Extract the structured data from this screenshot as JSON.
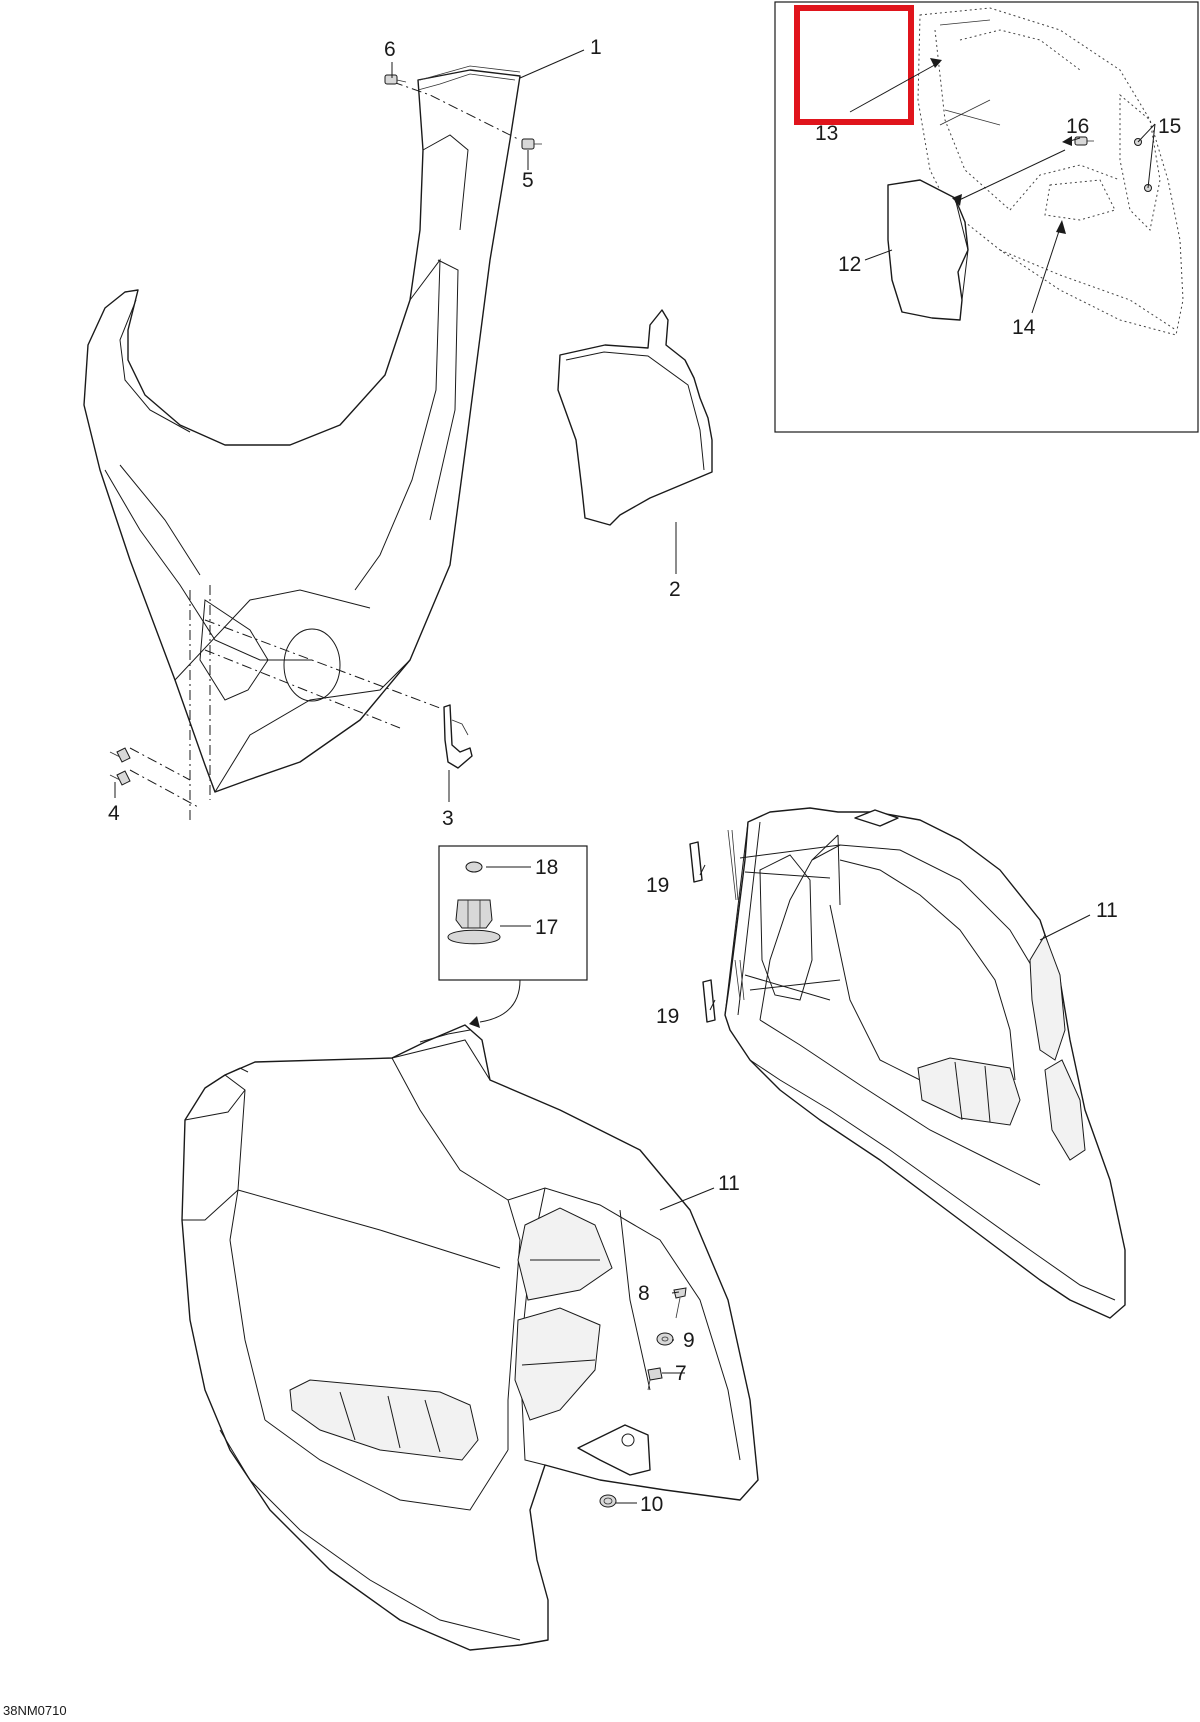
{
  "drawing_code": "38NM0710",
  "highlight_color": "#e0141c",
  "callouts": {
    "c1": "1",
    "c2": "2",
    "c3": "3",
    "c4": "4",
    "c5": "5",
    "c6": "6",
    "c7": "7",
    "c8": "8",
    "c9": "9",
    "c10": "10",
    "c11a": "11",
    "c11b": "11",
    "c12": "12",
    "c13": "13",
    "c14": "14",
    "c15": "15",
    "c16": "16",
    "c17": "17",
    "c18": "18",
    "c19a": "19",
    "c19b": "19"
  }
}
